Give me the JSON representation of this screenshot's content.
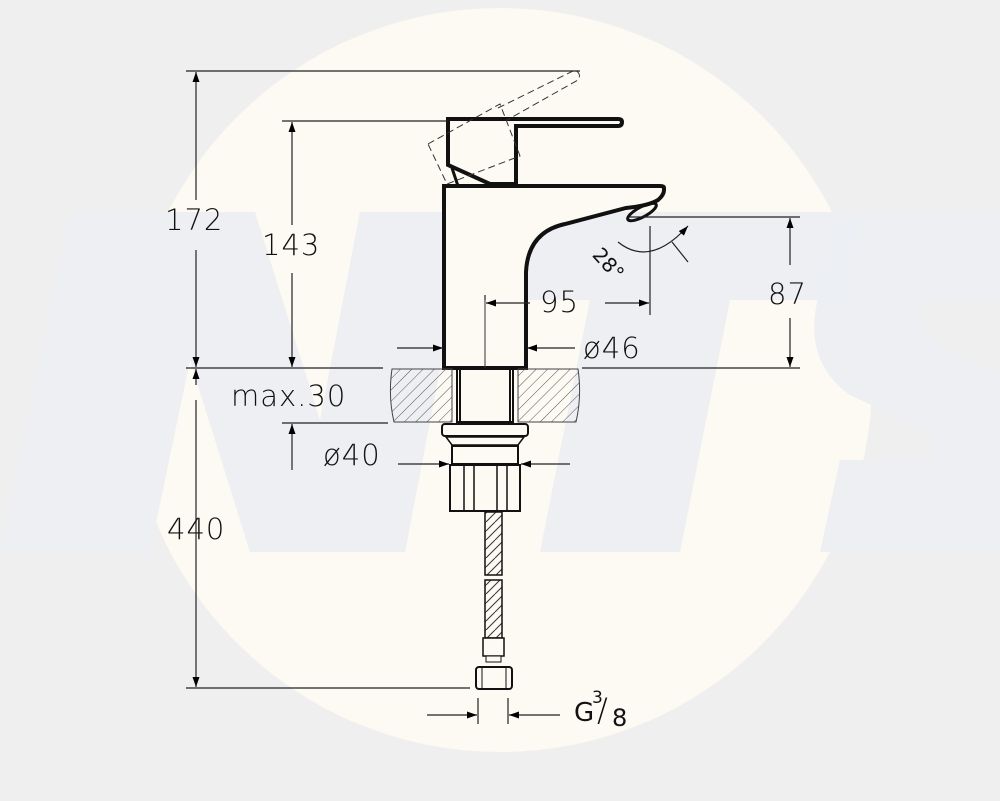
{
  "drawing": {
    "subject": "Basin mixer faucet technical dimension drawing",
    "colors": {
      "background": "#efefef",
      "circle": "#fdf9f3",
      "watermark": "#eceef2",
      "line": "#111111",
      "hatch": "#555555"
    },
    "watermark_text": "NTS",
    "dimensions": {
      "total_height": "172",
      "body_height": "143",
      "spout_height": "87",
      "spout_reach": "95",
      "body_diameter": "ø46",
      "max_deck_thickness": "max.30",
      "shank_diameter": "ø40",
      "hose_length": "440",
      "spout_angle": "28°"
    },
    "thread": {
      "prefix": "G",
      "numerator": "3",
      "slash": "/",
      "denominator": "8"
    }
  }
}
